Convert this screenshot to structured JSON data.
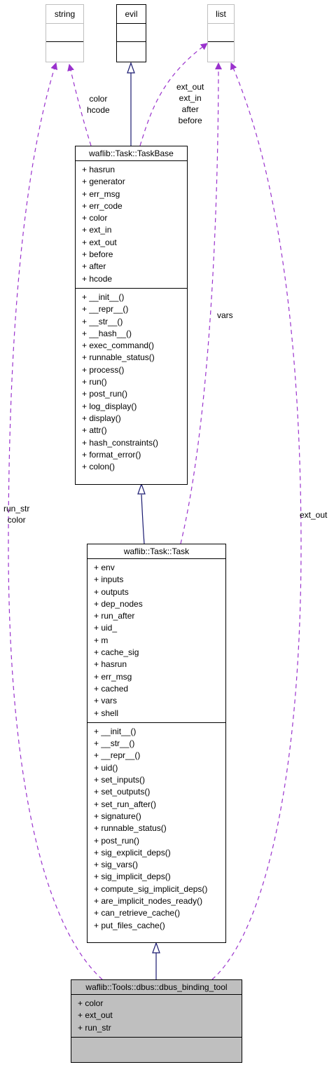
{
  "classes": {
    "string": {
      "name": "string"
    },
    "evil": {
      "name": "evil"
    },
    "list": {
      "name": "list"
    },
    "taskbase": {
      "name": "waflib::Task::TaskBase",
      "attributes": [
        "+ hasrun",
        "+ generator",
        "+ err_msg",
        "+ err_code",
        "+ color",
        "+ ext_in",
        "+ ext_out",
        "+ before",
        "+ after",
        "+ hcode"
      ],
      "methods": [
        "+ __init__()",
        "+ __repr__()",
        "+ __str__()",
        "+ __hash__()",
        "+ exec_command()",
        "+ runnable_status()",
        "+ process()",
        "+ run()",
        "+ post_run()",
        "+ log_display()",
        "+ display()",
        "+ attr()",
        "+ hash_constraints()",
        "+ format_error()",
        "+ colon()"
      ]
    },
    "task": {
      "name": "waflib::Task::Task",
      "attributes": [
        "+ env",
        "+ inputs",
        "+ outputs",
        "+ dep_nodes",
        "+ run_after",
        "+ uid_",
        "+ m",
        "+ cache_sig",
        "+ hasrun",
        "+ err_msg",
        "+ cached",
        "+ vars",
        "+ shell"
      ],
      "methods": [
        "+ __init__()",
        "+ __str__()",
        "+ __repr__()",
        "+ uid()",
        "+ set_inputs()",
        "+ set_outputs()",
        "+ set_run_after()",
        "+ signature()",
        "+ runnable_status()",
        "+ post_run()",
        "+ sig_explicit_deps()",
        "+ sig_vars()",
        "+ sig_implicit_deps()",
        "+ compute_sig_implicit_deps()",
        "+ are_implicit_nodes_ready()",
        "+ can_retrieve_cache()",
        "+ put_files_cache()"
      ]
    },
    "tool": {
      "name": "waflib::Tools::dbus::dbus_binding_tool",
      "attributes": [
        "+ color",
        "+ ext_out",
        "+ run_str"
      ],
      "methods": []
    }
  },
  "edge_labels": {
    "string_taskbase": [
      "color",
      "hcode"
    ],
    "list_taskbase": [
      "ext_out",
      "ext_in",
      "after",
      "before"
    ],
    "list_task": [
      "vars"
    ],
    "string_tool": [
      "run_str",
      "color"
    ],
    "list_tool": [
      "ext_out"
    ]
  },
  "colors": {
    "inheritance": "#191970",
    "usage": "#9a32cd",
    "focus_fill": "#bfbfbf",
    "ghost_border": "#bfbfbf"
  }
}
